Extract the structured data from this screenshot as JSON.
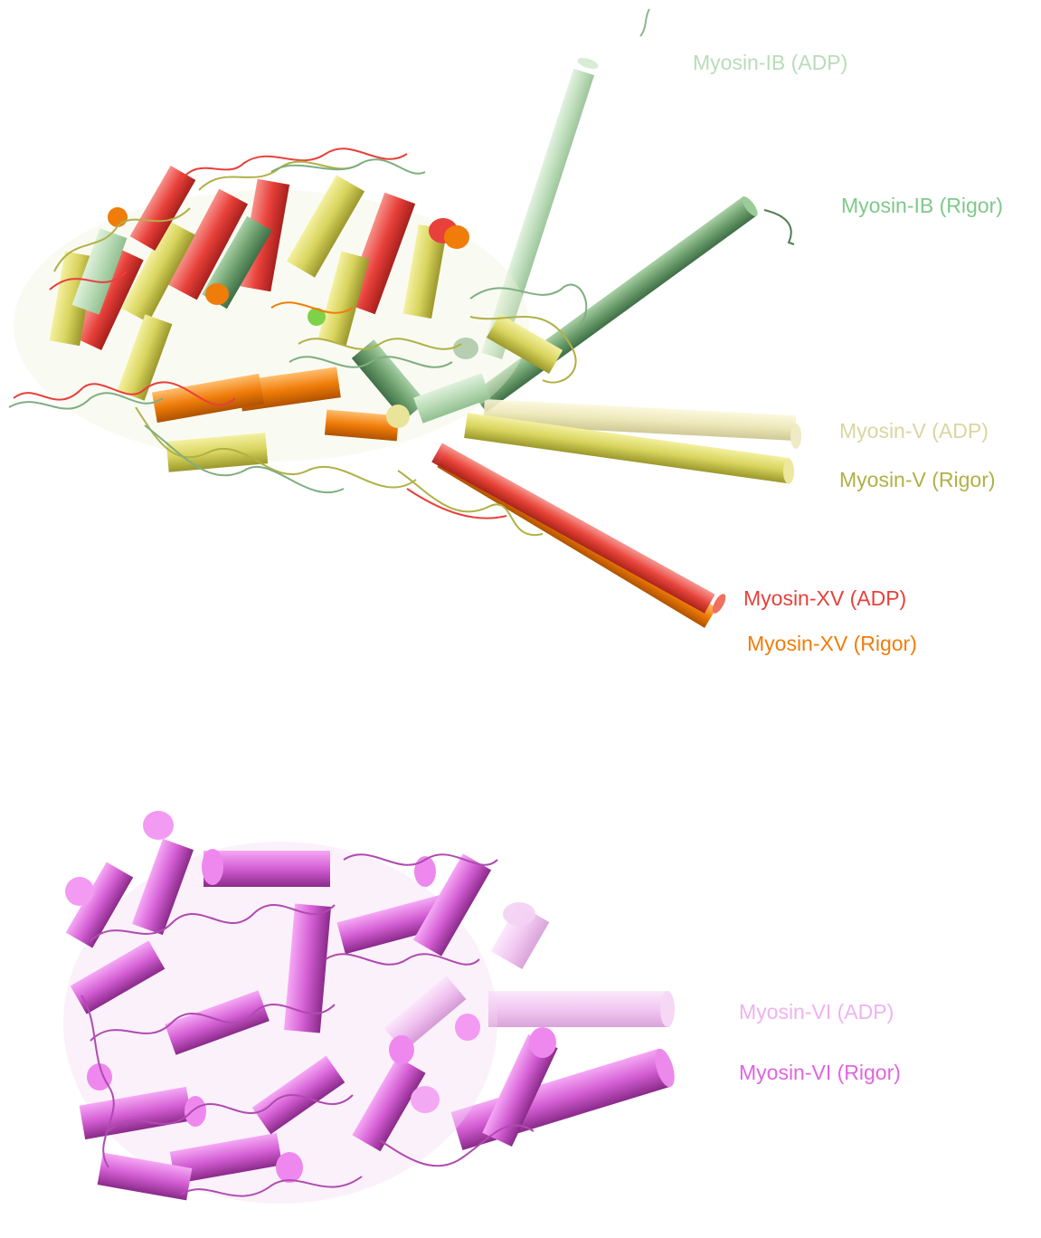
{
  "labels": {
    "ib_adp": "Myosin-IB (ADP)",
    "ib_rigor": "Myosin-IB (Rigor)",
    "v_adp": "Myosin-V (ADP)",
    "v_rigor": "Myosin-V (Rigor)",
    "xv_adp": "Myosin-XV (ADP)",
    "xv_rigor": "Myosin-XV (Rigor)",
    "vi_adp": "Myosin-VI (ADP)",
    "vi_rigor": "Myosin-VI (Rigor)"
  },
  "colors": {
    "ib_adp": "#b8dcb8",
    "ib_rigor": "#7fc88a",
    "v_adp": "#d9d6a0",
    "v_rigor": "#b1b046",
    "xv_adp": "#e8403a",
    "xv_rigor": "#f07d0a",
    "vi_adp": "#f0b2f0",
    "vi_rigor": "#e065e0"
  }
}
